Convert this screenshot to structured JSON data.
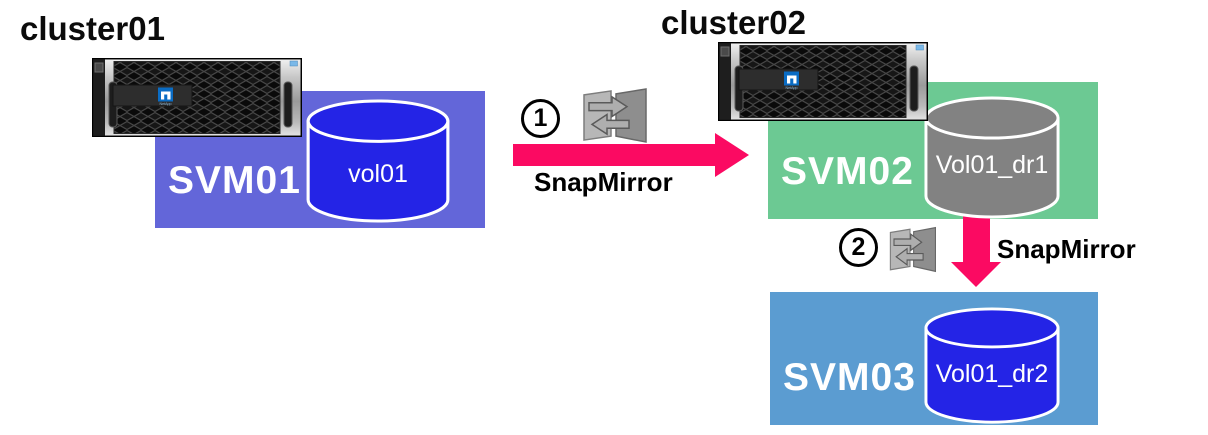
{
  "canvas": {
    "background": "#FFFFFF"
  },
  "clusters": [
    {
      "label": "cluster01",
      "hardware": "netapp-storage-array"
    },
    {
      "label": "cluster02",
      "hardware": "netapp-storage-array"
    }
  ],
  "svm_boxes": [
    {
      "name": "SVM01",
      "color": "#6366D9",
      "cluster": "cluster01"
    },
    {
      "name": "SVM02",
      "color": "#6CC993",
      "cluster": "cluster02"
    },
    {
      "name": "SVM03",
      "color": "#5B9CD1",
      "cluster": "cluster02"
    }
  ],
  "volumes": [
    {
      "name": "vol01",
      "color": "#2424E6",
      "text_color": "#FFFFFF"
    },
    {
      "name": "Vol01_dr1",
      "color": "#828282",
      "text_color": "#FFFFFF"
    },
    {
      "name": "Vol01_dr2",
      "color": "#2424E6",
      "text_color": "#FFFFFF"
    }
  ],
  "relationships": [
    {
      "step_number": "1",
      "label": "SnapMirror",
      "direction": "right",
      "icon": "snapmirror-mirror-icon"
    },
    {
      "step_number": "2",
      "label": "SnapMirror",
      "direction": "down",
      "icon": "snapmirror-mirror-icon"
    }
  ],
  "arrow_color": "#FB0A62"
}
